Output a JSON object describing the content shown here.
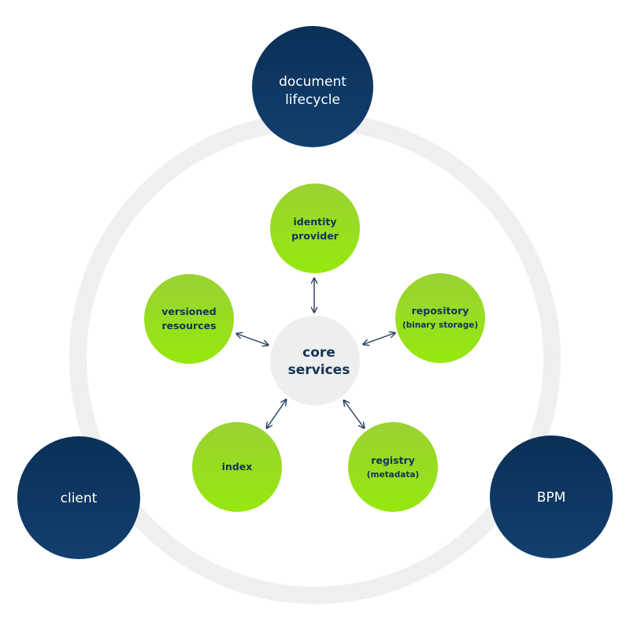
{
  "colors": {
    "ring": "#efefef",
    "outer_node_top": "#0a3057",
    "outer_node_bottom": "#123f6e",
    "green_top": "#9ad233",
    "green_bottom": "#96e80e",
    "core_fill": "#eeeeee",
    "dark_text": "#123456",
    "arrow": "#1d3b5c"
  },
  "outer_nodes": {
    "document_lifecycle": {
      "line1": "document",
      "line2": "lifecycle"
    },
    "client": {
      "label": "client"
    },
    "bpm": {
      "label": "BPM"
    }
  },
  "core": {
    "line1": "core",
    "line2": "services"
  },
  "service_nodes": {
    "identity_provider": {
      "line1": "identity",
      "line2": "provider"
    },
    "repository": {
      "line1": "repository",
      "line2": "(binary storage)"
    },
    "registry": {
      "line1": "registry",
      "line2": "(metadata)"
    },
    "index": {
      "label": "index"
    },
    "versioned_resources": {
      "line1": "versioned",
      "line2": "resources"
    }
  }
}
